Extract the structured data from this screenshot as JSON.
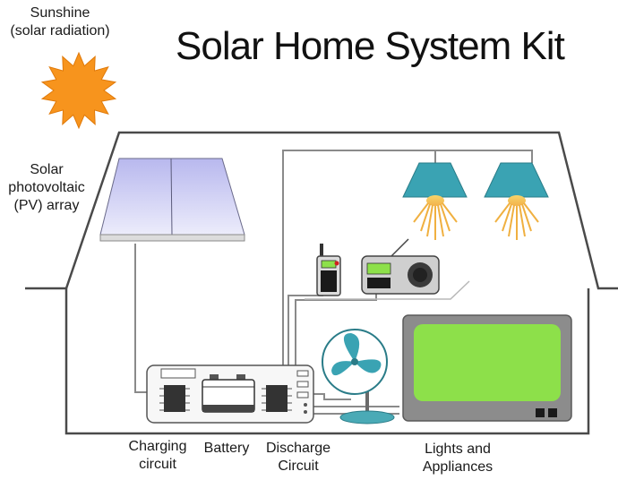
{
  "title": "Solar Home System Kit",
  "labels": {
    "sunshine_line1": "Sunshine",
    "sunshine_line2": "(solar radiation)",
    "pv_line1": "Solar",
    "pv_line2": "photovoltaic",
    "pv_line3": "(PV) array",
    "charging_line1": "Charging",
    "charging_line2": "circuit",
    "battery": "Battery",
    "discharge_line1": "Discharge",
    "discharge_line2": "Circuit",
    "appliances_line1": "Lights and",
    "appliances_line2": "Appliances"
  },
  "colors": {
    "sun": "#f7941d",
    "lamp_shade": "#3aa3b3",
    "screen": "#8de04a",
    "house_outline": "#4a4a4a",
    "wire": "#8a8a8a",
    "panel": "#c8c8f2"
  },
  "icons": [
    "sun-icon",
    "solar-panel-icon",
    "ceiling-lamp-icon",
    "mobile-phone-icon",
    "radio-icon",
    "fan-icon",
    "television-icon",
    "battery-icon",
    "charge-controller-icon"
  ]
}
